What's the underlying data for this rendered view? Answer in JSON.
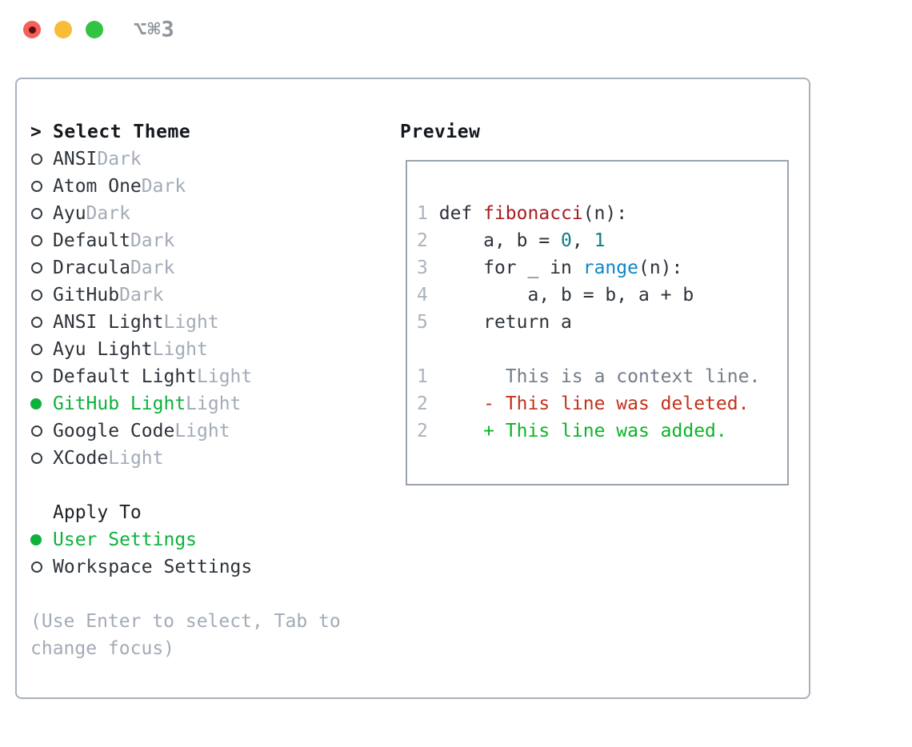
{
  "window": {
    "shortcut_label": "⌥⌘3",
    "traffic_lights": [
      {
        "name": "close",
        "color": "#f4605a",
        "has_inner_dot": true
      },
      {
        "name": "minimize",
        "color": "#f8bc36",
        "has_inner_dot": false
      },
      {
        "name": "zoom",
        "color": "#33c342",
        "has_inner_dot": false
      }
    ]
  },
  "theme_picker": {
    "cursor": ">",
    "title": "Select Theme",
    "themes": [
      {
        "name": "ANSI",
        "variant": "Dark",
        "selected": false
      },
      {
        "name": "Atom One",
        "variant": "Dark",
        "selected": false
      },
      {
        "name": "Ayu",
        "variant": "Dark",
        "selected": false
      },
      {
        "name": "Default",
        "variant": "Dark",
        "selected": false
      },
      {
        "name": "Dracula",
        "variant": "Dark",
        "selected": false
      },
      {
        "name": "GitHub",
        "variant": "Dark",
        "selected": false
      },
      {
        "name": "ANSI Light",
        "variant": "Light",
        "selected": false
      },
      {
        "name": "Ayu Light",
        "variant": "Light",
        "selected": false
      },
      {
        "name": "Default Light",
        "variant": "Light",
        "selected": false
      },
      {
        "name": "GitHub Light",
        "variant": "Light",
        "selected": true
      },
      {
        "name": "Google Code",
        "variant": "Light",
        "selected": false
      },
      {
        "name": "XCode",
        "variant": "Light",
        "selected": false
      }
    ],
    "apply_to": {
      "title": "Apply To",
      "options": [
        {
          "name": "User Settings",
          "selected": true
        },
        {
          "name": "Workspace Settings",
          "selected": false
        }
      ]
    },
    "help_text": "(Use Enter to select, Tab to change focus)"
  },
  "preview": {
    "title": "Preview",
    "code_lines": [
      {
        "num": "1",
        "tokens": [
          {
            "t": "def ",
            "c": "code"
          },
          {
            "t": "fibonacci",
            "c": "func"
          },
          {
            "t": "(n):",
            "c": "code"
          }
        ]
      },
      {
        "num": "2",
        "tokens": [
          {
            "t": "    a, b = ",
            "c": "code"
          },
          {
            "t": "0",
            "c": "num"
          },
          {
            "t": ", ",
            "c": "code"
          },
          {
            "t": "1",
            "c": "num"
          }
        ]
      },
      {
        "num": "3",
        "tokens": [
          {
            "t": "    for _ in ",
            "c": "code"
          },
          {
            "t": "range",
            "c": "builtin"
          },
          {
            "t": "(n):",
            "c": "code"
          }
        ]
      },
      {
        "num": "4",
        "tokens": [
          {
            "t": "        a, b = b, a + b",
            "c": "code"
          }
        ]
      },
      {
        "num": "5",
        "tokens": [
          {
            "t": "    return a",
            "c": "code"
          }
        ]
      },
      {
        "num": "",
        "tokens": []
      },
      {
        "num": "1",
        "tokens": [
          {
            "t": "      This is a context line.",
            "c": "context"
          }
        ]
      },
      {
        "num": "2",
        "tokens": [
          {
            "t": "    - This line was deleted.",
            "c": "deleted"
          }
        ]
      },
      {
        "num": "2",
        "tokens": [
          {
            "t": "    + This line was added.",
            "c": "added"
          }
        ]
      }
    ]
  },
  "colors": {
    "text": "#2d333a",
    "muted": "#a2abb6",
    "selection_green": "#0db13c",
    "function_red": "#a81d21",
    "number_teal": "#0e7c86",
    "builtin_blue": "#0d87c4",
    "line_number_gray": "#a9b3bd",
    "context_gray": "#747e88",
    "deleted_red": "#c3321c",
    "added_green": "#0ab526",
    "panel_border": "#a9b1ba",
    "preview_border": "#9aa3ad",
    "traffic_red": "#f4605a",
    "traffic_yellow": "#f8bc36",
    "traffic_green": "#33c342"
  }
}
